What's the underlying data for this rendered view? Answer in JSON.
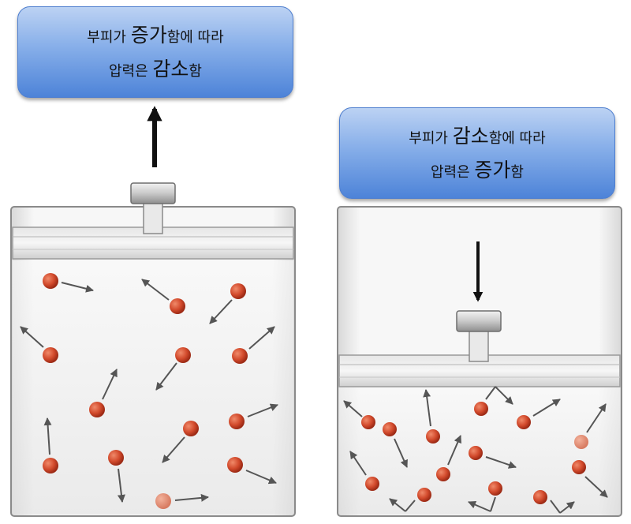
{
  "left_panel": {
    "label_line1": [
      "부피가 ",
      "증가",
      "함에 따라"
    ],
    "label_line2": [
      "압력은 ",
      "감소",
      "함"
    ]
  },
  "right_panel": {
    "label_line1": [
      "부피가 ",
      "감소",
      "함에 따라"
    ],
    "label_line2": [
      "압력은 ",
      "증가",
      "함"
    ]
  },
  "colors": {
    "callout_top": "#bcd2f3",
    "callout_bottom": "#4d83d8",
    "molecule": "#d24a2c",
    "motion_arrow": "#555555",
    "piston_arrow": "#111111"
  }
}
